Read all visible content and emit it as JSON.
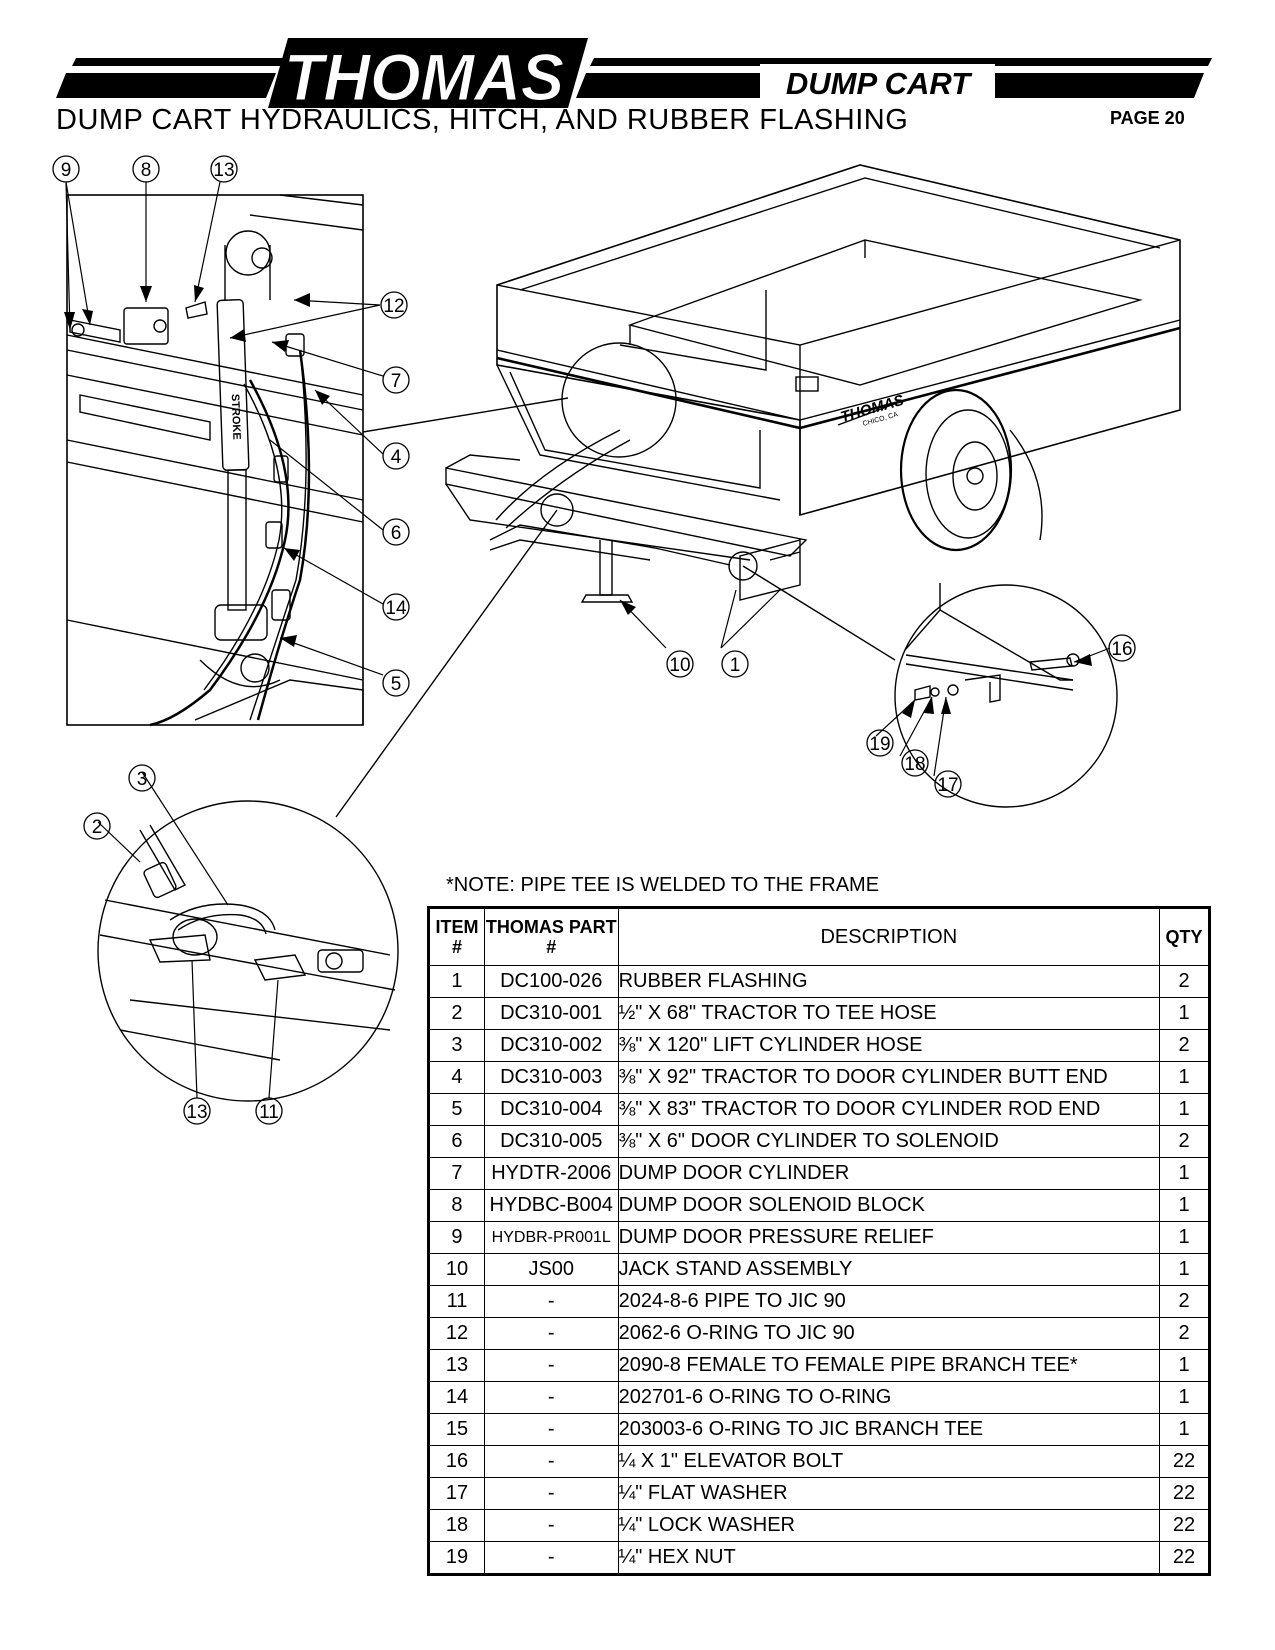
{
  "header": {
    "brand": "THOMAS",
    "product": "DUMP CART",
    "title": "DUMP CART HYDRAULICS, HITCH, AND RUBBER FLASHING",
    "page": "PAGE 20",
    "cart_decal": "THOMAS",
    "cart_decal_sub": "CHICO, CA",
    "cylinder_label": "STROKE"
  },
  "callouts": {
    "c9": "9",
    "c8": "8",
    "c13a": "13",
    "c12": "12",
    "c7": "7",
    "c4": "4",
    "c6": "6",
    "c14": "14",
    "c5": "5",
    "c3": "3",
    "c2": "2",
    "c13b": "13",
    "c11": "11",
    "c10": "10",
    "c1": "1",
    "c16": "16",
    "c19": "19",
    "c18": "18",
    "c17": "17"
  },
  "note": "*NOTE: PIPE TEE IS WELDED TO THE FRAME",
  "table": {
    "headers": {
      "item": "ITEM #",
      "part": "THOMAS PART #",
      "desc": "DESCRIPTION",
      "qty": "QTY"
    },
    "rows": [
      {
        "item": "1",
        "part": "DC100-026",
        "desc": "RUBBER FLASHING",
        "qty": "2"
      },
      {
        "item": "2",
        "part": "DC310-001",
        "desc": "½\" X 68\" TRACTOR TO TEE HOSE",
        "qty": "1"
      },
      {
        "item": "3",
        "part": "DC310-002",
        "desc": "⅜\" X 120\" LIFT CYLINDER HOSE",
        "qty": "2"
      },
      {
        "item": "4",
        "part": "DC310-003",
        "desc": "⅜\" X 92\" TRACTOR TO DOOR CYLINDER BUTT END",
        "qty": "1"
      },
      {
        "item": "5",
        "part": "DC310-004",
        "desc": "⅜\" X 83\" TRACTOR TO DOOR CYLINDER ROD END",
        "qty": "1"
      },
      {
        "item": "6",
        "part": "DC310-005",
        "desc": "⅜\" X 6\" DOOR CYLINDER TO SOLENOID",
        "qty": "2"
      },
      {
        "item": "7",
        "part": "HYDTR-2006",
        "desc": "DUMP DOOR CYLINDER",
        "qty": "1"
      },
      {
        "item": "8",
        "part": "HYDBC-B004",
        "desc": "DUMP DOOR SOLENOID BLOCK",
        "qty": "1"
      },
      {
        "item": "9",
        "part": "HYDBR-PR001L",
        "desc": "DUMP DOOR PRESSURE RELIEF",
        "qty": "1"
      },
      {
        "item": "10",
        "part": "JS00",
        "desc": "JACK STAND ASSEMBLY",
        "qty": "1"
      },
      {
        "item": "11",
        "part": "-",
        "desc": "2024-8-6 PIPE TO JIC 90",
        "qty": "2"
      },
      {
        "item": "12",
        "part": "-",
        "desc": "2062-6 O-RING TO JIC 90",
        "qty": "2"
      },
      {
        "item": "13",
        "part": "-",
        "desc": "2090-8 FEMALE TO FEMALE PIPE BRANCH TEE*",
        "qty": "1"
      },
      {
        "item": "14",
        "part": "-",
        "desc": "202701-6 O-RING TO O-RING",
        "qty": "1"
      },
      {
        "item": "15",
        "part": "-",
        "desc": "203003-6 O-RING TO JIC BRANCH TEE",
        "qty": "1"
      },
      {
        "item": "16",
        "part": "-",
        "desc": "¼ X 1\" ELEVATOR BOLT",
        "qty": "22"
      },
      {
        "item": "17",
        "part": "-",
        "desc": "¼\" FLAT WASHER",
        "qty": "22"
      },
      {
        "item": "18",
        "part": "-",
        "desc": "¼\" LOCK WASHER",
        "qty": "22"
      },
      {
        "item": "19",
        "part": "-",
        "desc": "¼\" HEX NUT",
        "qty": "22"
      }
    ]
  }
}
